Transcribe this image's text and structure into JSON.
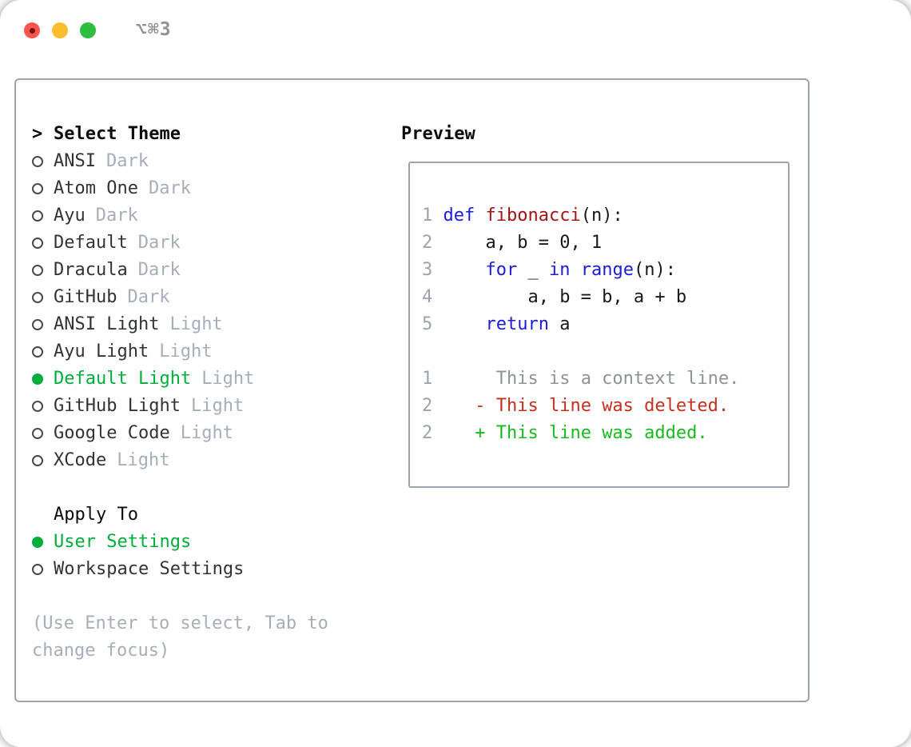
{
  "window": {
    "shortcut_label": "⌥⌘3",
    "traffic_lights": [
      "close-icon",
      "minimize-icon",
      "zoom-icon"
    ]
  },
  "colors": {
    "accent_green": "#00ae3c",
    "text_dark": "#303338",
    "text_black": "#0b0c0e",
    "muted_gray": "#a6aeb9",
    "border_gray": "#9aa3ae",
    "line_number": "#9ba3ad",
    "code_plain": "#17181b",
    "keyword_blue": "#1d1dd8",
    "function_red": "#a31414",
    "context_gray": "#8d9399",
    "deleted_red": "#c5301f",
    "added_green": "#17bb1f",
    "traffic_red": "#f6564e",
    "traffic_red_dot": "#7c100a",
    "traffic_yellow": "#fcbd2e",
    "traffic_green": "#2ebd3f",
    "shortcut_gray": "#8e9297"
  },
  "theme_panel": {
    "title_prefix": ">",
    "title": "Select Theme",
    "items": [
      {
        "name": "ANSI",
        "variant": "Dark",
        "selected": false
      },
      {
        "name": "Atom One",
        "variant": "Dark",
        "selected": false
      },
      {
        "name": "Ayu",
        "variant": "Dark",
        "selected": false
      },
      {
        "name": "Default",
        "variant": "Dark",
        "selected": false
      },
      {
        "name": "Dracula",
        "variant": "Dark",
        "selected": false
      },
      {
        "name": "GitHub",
        "variant": "Dark",
        "selected": false
      },
      {
        "name": "ANSI Light",
        "variant": "Light",
        "selected": false
      },
      {
        "name": "Ayu Light",
        "variant": "Light",
        "selected": false
      },
      {
        "name": "Default Light",
        "variant": "Light",
        "selected": true
      },
      {
        "name": "GitHub Light",
        "variant": "Light",
        "selected": false
      },
      {
        "name": "Google Code",
        "variant": "Light",
        "selected": false
      },
      {
        "name": "XCode",
        "variant": "Light",
        "selected": false
      }
    ],
    "apply_to": {
      "title": "Apply To",
      "options": [
        {
          "name": "User Settings",
          "selected": true
        },
        {
          "name": "Workspace Settings",
          "selected": false
        }
      ]
    },
    "hint": "(Use Enter to select, Tab to change focus)"
  },
  "preview": {
    "title": "Preview",
    "lines": [
      [
        {
          "t": "1 ",
          "c": "line_number"
        },
        {
          "t": "def",
          "c": "keyword_blue"
        },
        {
          "t": " ",
          "c": "code_plain"
        },
        {
          "t": "fibonacci",
          "c": "function_red"
        },
        {
          "t": "(n):",
          "c": "code_plain"
        }
      ],
      [
        {
          "t": "2 ",
          "c": "line_number"
        },
        {
          "t": "    a, b = 0, 1",
          "c": "code_plain"
        }
      ],
      [
        {
          "t": "3 ",
          "c": "line_number"
        },
        {
          "t": "    ",
          "c": "code_plain"
        },
        {
          "t": "for",
          "c": "keyword_blue"
        },
        {
          "t": " _ ",
          "c": "code_plain"
        },
        {
          "t": "in",
          "c": "keyword_blue"
        },
        {
          "t": " ",
          "c": "code_plain"
        },
        {
          "t": "range",
          "c": "keyword_blue"
        },
        {
          "t": "(n):",
          "c": "code_plain"
        }
      ],
      [
        {
          "t": "4 ",
          "c": "line_number"
        },
        {
          "t": "        a, b = b, a + b",
          "c": "code_plain"
        }
      ],
      [
        {
          "t": "5 ",
          "c": "line_number"
        },
        {
          "t": "    ",
          "c": "code_plain"
        },
        {
          "t": "return",
          "c": "keyword_blue"
        },
        {
          "t": " a",
          "c": "code_plain"
        }
      ],
      [],
      [
        {
          "t": "1 ",
          "c": "line_number"
        },
        {
          "t": "     ",
          "c": "code_plain"
        },
        {
          "t": "This is a context line.",
          "c": "context_gray"
        }
      ],
      [
        {
          "t": "2 ",
          "c": "line_number"
        },
        {
          "t": "   ",
          "c": "code_plain"
        },
        {
          "t": "- This line was deleted.",
          "c": "deleted_red"
        }
      ],
      [
        {
          "t": "2 ",
          "c": "line_number"
        },
        {
          "t": "   ",
          "c": "code_plain"
        },
        {
          "t": "+ This line was added.",
          "c": "added_green"
        }
      ]
    ]
  }
}
